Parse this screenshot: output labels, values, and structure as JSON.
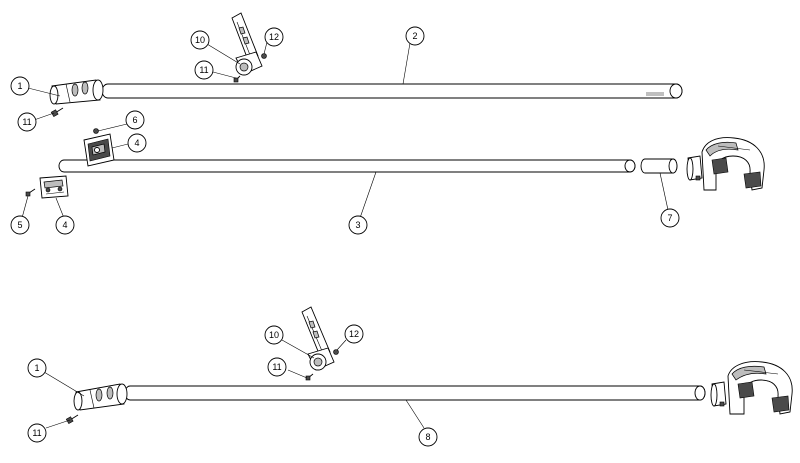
{
  "callouts": {
    "c1a": "1",
    "c11a": "11",
    "c10a": "10",
    "c12a": "12",
    "c11b": "11",
    "c2": "2",
    "c6": "6",
    "c4a": "4",
    "c5": "5",
    "c4b": "4",
    "c3": "3",
    "c7": "7",
    "c1b": "1",
    "c11c": "11",
    "c10b": "10",
    "c12b": "12",
    "c11d": "11",
    "c8": "8"
  }
}
